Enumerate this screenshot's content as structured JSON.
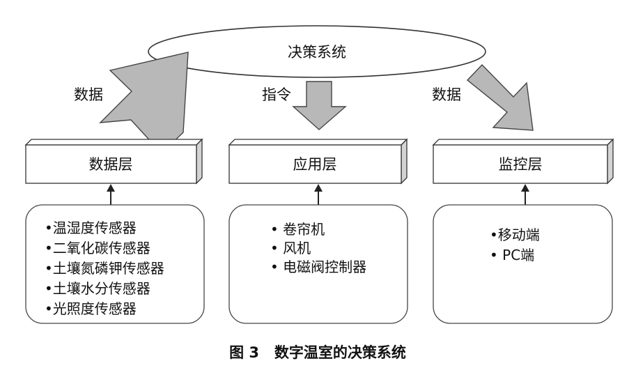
{
  "decision": {
    "label": "决策系统"
  },
  "arrows": {
    "left_label": "数据",
    "center_label": "指令",
    "right_label": "数据"
  },
  "layers": [
    {
      "label": "数据层",
      "items": [
        "•温湿度传感器",
        "•二氧化碳传感器",
        "•土壤氮磷钾传感器",
        "•土壤水分传感器",
        "•光照度传感器"
      ]
    },
    {
      "label": "应用层",
      "items": [
        "• 卷帘机",
        "• 风机",
        "• 电磁阀控制器"
      ]
    },
    {
      "label": "监控层",
      "items": [
        "•移动端",
        "• PC端"
      ]
    }
  ],
  "caption": "图 3   数字温室的决策系统",
  "colors": {
    "arrow_fill": "#b8b8b8",
    "box_side": "#d4d4d4",
    "stroke": "#333333"
  }
}
